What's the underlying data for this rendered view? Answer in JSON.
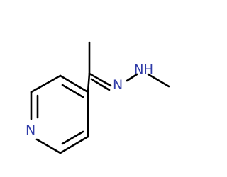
{
  "molecule": {
    "atoms": {
      "ring_nitrogen": "N",
      "imine_nitrogen": "N",
      "amine_group": "NH"
    },
    "colors": {
      "bond": "#000000",
      "heteroatom": "#2f3ba8",
      "background": "#ffffff"
    }
  }
}
